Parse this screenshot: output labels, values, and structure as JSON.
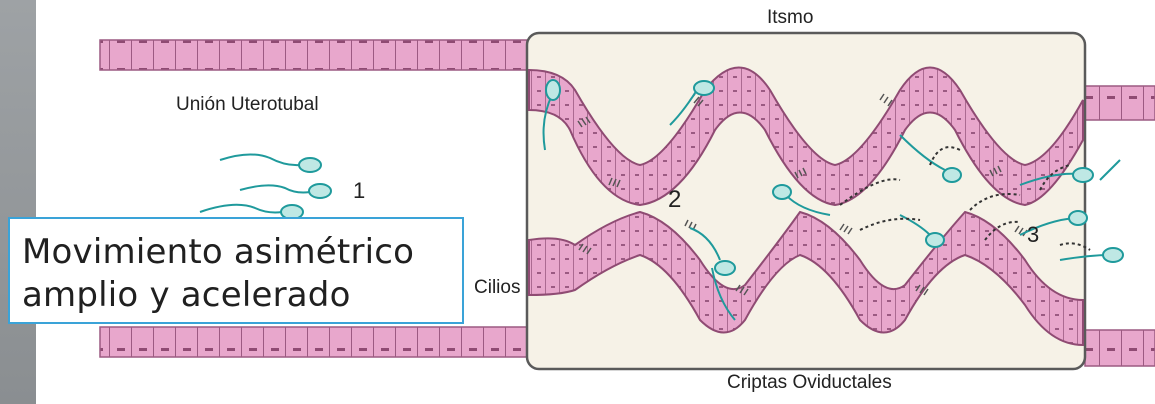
{
  "labels": {
    "itsmo": "Itsmo",
    "union": "Unión Uterotubal",
    "cilios": "Cilios",
    "criptas": "Criptas Oviductales",
    "step1": "1",
    "step2": "2",
    "step3": "3"
  },
  "caption": {
    "line1": "Movimiento asimétrico",
    "line2": "amplio y acelerado"
  },
  "colors": {
    "epithelium": "#e8a7cc",
    "epithelium_border": "#9c5a82",
    "lumen": "#f6f2e7",
    "sperm": "#1f9a9c",
    "caption_border": "#3aa3d8"
  }
}
